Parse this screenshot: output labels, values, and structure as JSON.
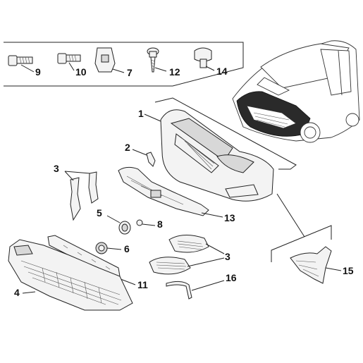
{
  "diagram": {
    "callouts": [
      {
        "id": "9",
        "label": "9"
      },
      {
        "id": "10",
        "label": "10"
      },
      {
        "id": "7",
        "label": "7"
      },
      {
        "id": "12",
        "label": "12"
      },
      {
        "id": "14",
        "label": "14"
      },
      {
        "id": "1",
        "label": "1"
      },
      {
        "id": "2",
        "label": "2"
      },
      {
        "id": "3a",
        "label": "3"
      },
      {
        "id": "13",
        "label": "13"
      },
      {
        "id": "5",
        "label": "5"
      },
      {
        "id": "8",
        "label": "8"
      },
      {
        "id": "6",
        "label": "6"
      },
      {
        "id": "3b",
        "label": "3"
      },
      {
        "id": "11",
        "label": "11"
      },
      {
        "id": "16",
        "label": "16"
      },
      {
        "id": "4",
        "label": "4"
      },
      {
        "id": "15",
        "label": "15"
      }
    ],
    "parts": [
      {
        "ref": "9",
        "icon": "bolt-icon"
      },
      {
        "ref": "10",
        "icon": "bolt-icon"
      },
      {
        "ref": "7",
        "icon": "clip-nut-icon"
      },
      {
        "ref": "12",
        "icon": "screw-icon"
      },
      {
        "ref": "14",
        "icon": "push-clip-icon"
      },
      {
        "ref": "1",
        "icon": "front-bumper-icon"
      },
      {
        "ref": "2",
        "icon": "bracket-icon"
      },
      {
        "ref": "3",
        "icon": "side-bracket-icon"
      },
      {
        "ref": "13",
        "icon": "upper-crossmember-icon"
      },
      {
        "ref": "5",
        "icon": "grommet-icon"
      },
      {
        "ref": "8",
        "icon": "washer-icon"
      },
      {
        "ref": "6",
        "icon": "plug-icon"
      },
      {
        "ref": "11",
        "icon": "reinforcement-bar-icon"
      },
      {
        "ref": "16",
        "icon": "trim-strip-icon"
      },
      {
        "ref": "4",
        "icon": "under-shield-icon"
      },
      {
        "ref": "15",
        "icon": "corner-bracket-icon"
      }
    ],
    "colors": {
      "line": "#222222",
      "part_fill": "#f3f3f3",
      "highlight": "#2a2a2a",
      "background": "#ffffff"
    }
  }
}
